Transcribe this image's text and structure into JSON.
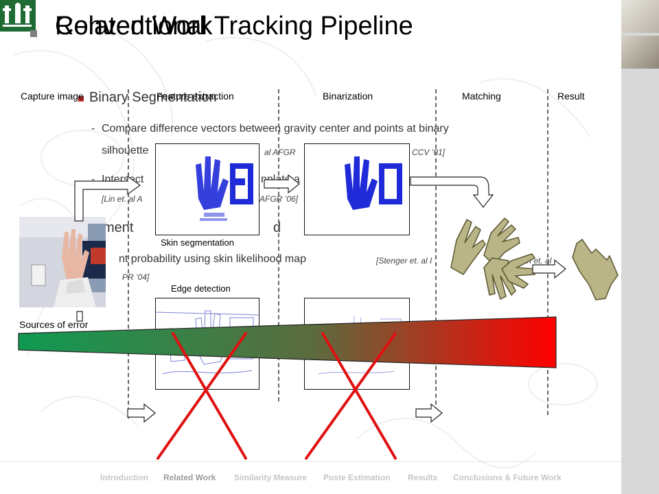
{
  "titles": {
    "under": "Related Work",
    "over": "Conventional Tracking Pipeline"
  },
  "bullets": {
    "b1": "Binary Segmentation",
    "b1_s1_line1": "Compare difference vectors between gravity center and points at binary",
    "b1_s1_line2": "silhouette",
    "b1_s1_cite_a": "al AFGR",
    "b1_s1_cite_b": "CCV ’01]",
    "b1_s2_a": "Intersect",
    "b1_s2_b": "nplate a",
    "b1_s2_c": "n",
    "b1_s2_cite_a": "[Lin et. al A",
    "b1_s2_cite_b": "AFGR ’06]",
    "b2": "ment",
    "b2_tail": "d",
    "b2_s1": "nt probability using skin likelihood map",
    "b2_s1_cite_a": "[Stenger et. al I",
    "b2_s1_cite_b": "rth et. al",
    "b2_s1_cite_c": "PR ’04]"
  },
  "columns": {
    "capture": "Capture image",
    "feature": "Feature extraction",
    "binarization": "Binarization",
    "matching": "Matching",
    "result": "Result"
  },
  "captions": {
    "skin": "Skin segmentation",
    "edge": "Edge detection",
    "sources": "Sources of error"
  },
  "nav": [
    {
      "label": "Introduction"
    },
    {
      "label": "Related Work"
    },
    {
      "label": "Similarity Measure"
    },
    {
      "label": "Poste Estimation"
    },
    {
      "label": "Results"
    },
    {
      "label": "Conclusions & Future Work"
    }
  ],
  "colors": {
    "logo_green": "#1e6b33",
    "bullet_red": "#c0302b",
    "error_start": "#0f9a52",
    "error_end": "#ff0000",
    "cross_red": "#e01010",
    "blob_blue": "#1f2bd8"
  },
  "icons": {
    "logo": "university-crest-icon",
    "bullet": "red-square-bullet-icon",
    "arrow": "hollow-right-arrow-icon",
    "cross": "red-x-cross-icon"
  }
}
